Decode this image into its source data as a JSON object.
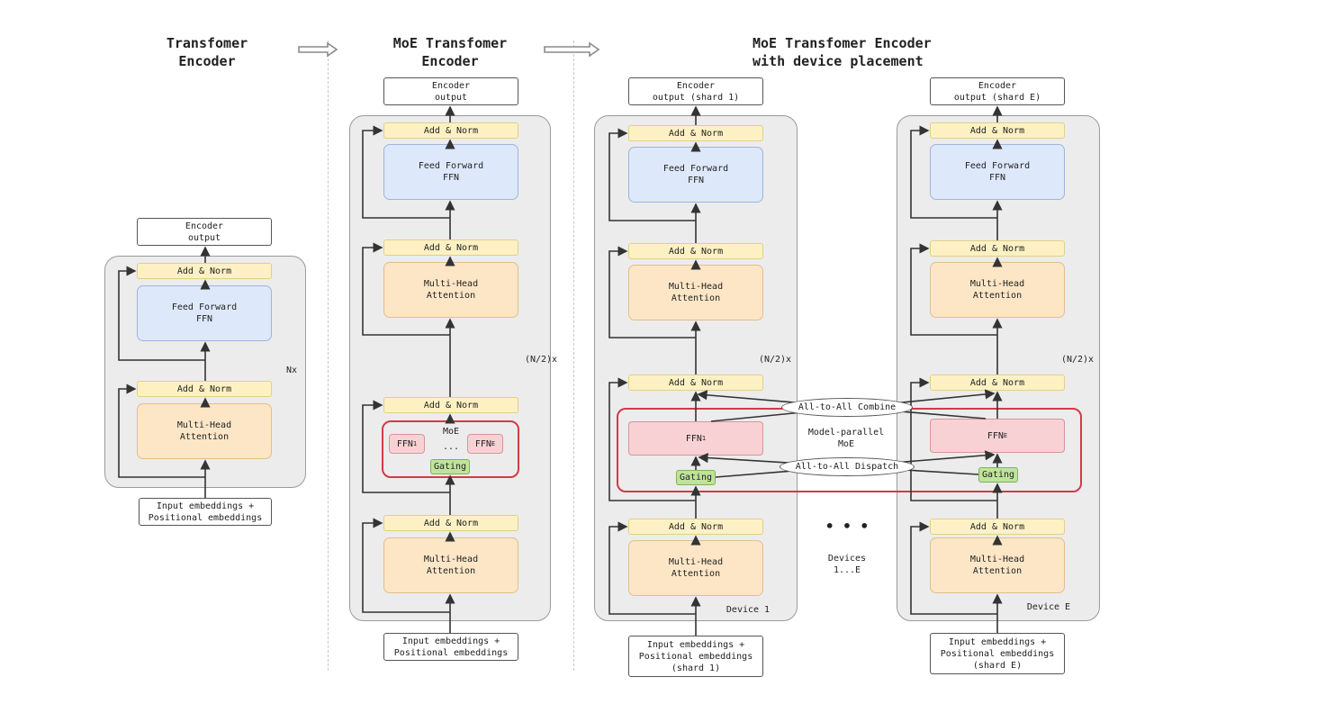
{
  "panels": {
    "left_title": "Transfomer\nEncoder",
    "mid_title": "MoE Transfomer\nEncoder",
    "right_title": "MoE Transfomer Encoder\nwith device placement"
  },
  "labels": {
    "encoder_output": "Encoder\noutput",
    "encoder_output_shard1": "Encoder\noutput (shard 1)",
    "encoder_output_shardE": "Encoder\noutput (shard E)",
    "add_norm": "Add & Norm",
    "feed_forward": "Feed Forward\nFFN",
    "multi_head_attention": "Multi-Head\nAttention",
    "input_embeddings": "Input embeddings +\nPositional embeddings",
    "input_embeddings_shard1": "Input embeddings +\nPositional embeddings\n(shard 1)",
    "input_embeddings_shardE": "Input embeddings +\nPositional embeddings\n(shard E)",
    "nx": "Nx",
    "n_half_x": "(N/2)x",
    "moe": "MoE",
    "ffn": "FFN",
    "ffn_sub_1": "1",
    "ffn_sub_e": "E",
    "ellipsis_small": "...",
    "gating": "Gating",
    "model_parallel_moe": "Model-parallel\nMoE",
    "all_to_all_combine": "All-to-All Combine",
    "all_to_all_dispatch": "All-to-All Dispatch",
    "device_1": "Device 1",
    "device_e": "Device E",
    "devices": "Devices\n1...E",
    "dots": "• • •"
  }
}
